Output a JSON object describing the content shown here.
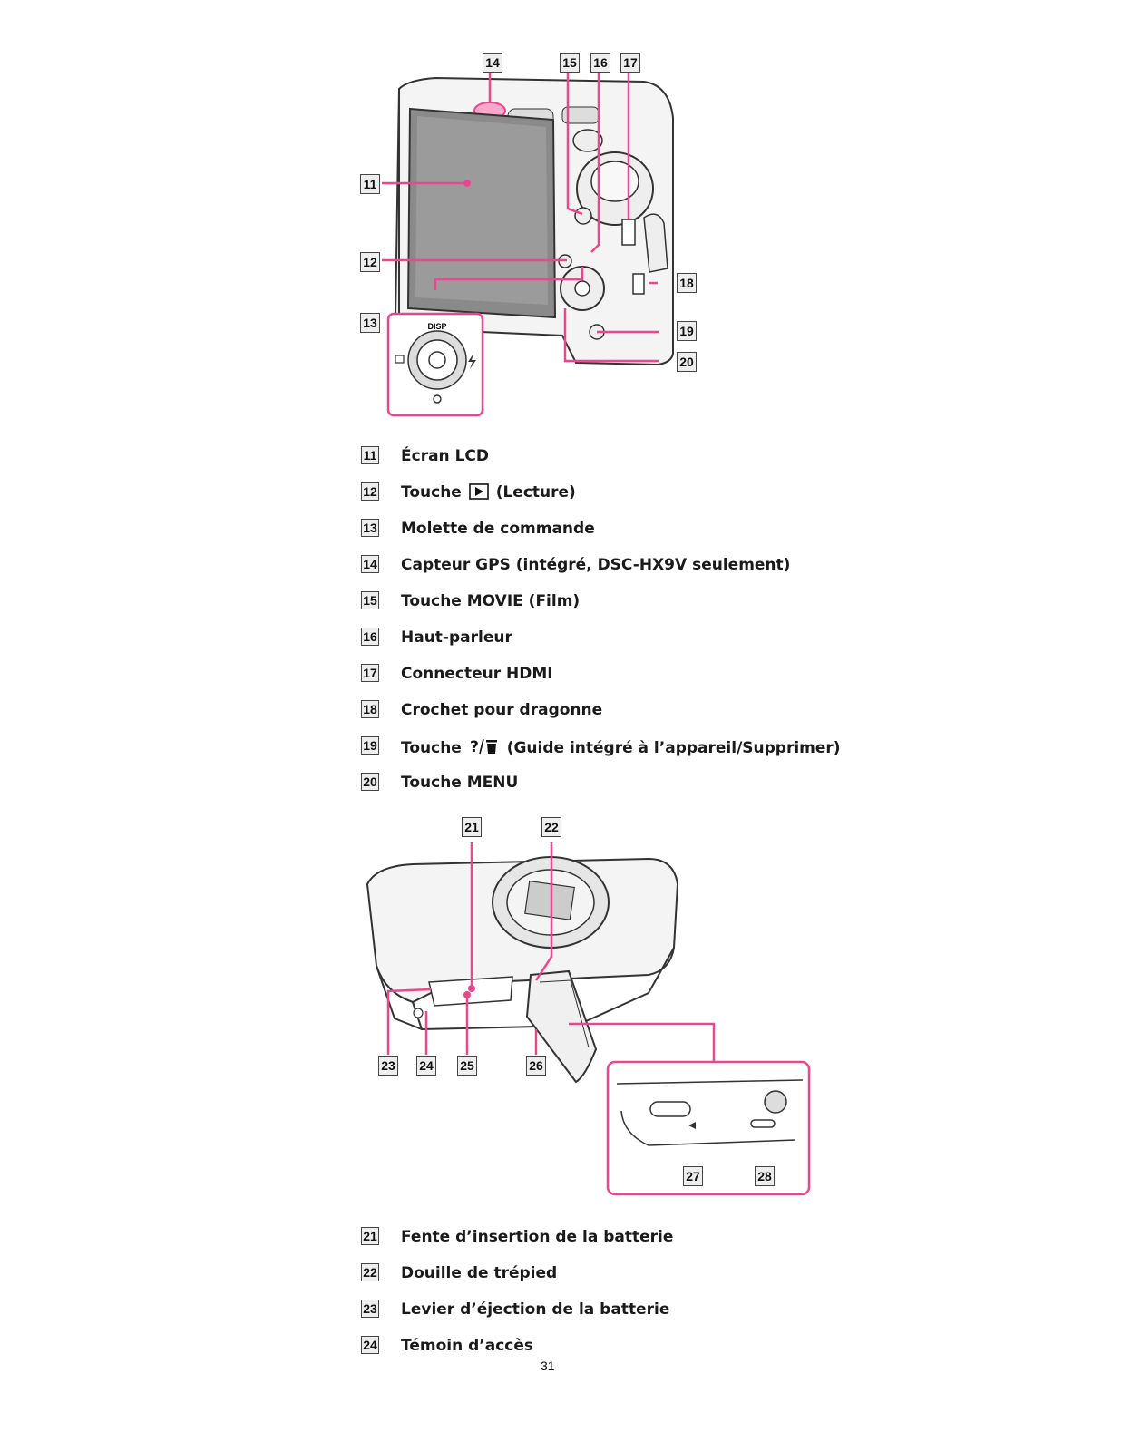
{
  "colors": {
    "accent": "#e8488e",
    "line": "#333333"
  },
  "top_figure": {
    "callouts": [
      "11",
      "12",
      "13",
      "14",
      "15",
      "16",
      "17",
      "18",
      "19",
      "20"
    ],
    "dial_labels": {
      "top": "DISP"
    }
  },
  "list_one": [
    {
      "num": "11",
      "pre": "Écran LCD",
      "icon": "",
      "post": ""
    },
    {
      "num": "12",
      "pre": "Touche",
      "icon": "play-icon",
      "post": "(Lecture)"
    },
    {
      "num": "13",
      "pre": "Molette de commande",
      "icon": "",
      "post": ""
    },
    {
      "num": "14",
      "pre": "Capteur GPS (intégré, DSC-HX9V seulement)",
      "icon": "",
      "post": ""
    },
    {
      "num": "15",
      "pre": "Touche MOVIE (Film)",
      "icon": "",
      "post": ""
    },
    {
      "num": "16",
      "pre": "Haut-parleur",
      "icon": "",
      "post": ""
    },
    {
      "num": "17",
      "pre": "Connecteur HDMI",
      "icon": "",
      "post": ""
    },
    {
      "num": "18",
      "pre": "Crochet pour dragonne",
      "icon": "",
      "post": ""
    },
    {
      "num": "19",
      "pre": "Touche",
      "icon": "help-trash-icon",
      "post": "(Guide intégré à l’appareil/Supprimer)"
    },
    {
      "num": "20",
      "pre": "Touche MENU",
      "icon": "",
      "post": ""
    }
  ],
  "bottom_figure": {
    "callouts": [
      "21",
      "22",
      "23",
      "24",
      "25",
      "26",
      "27",
      "28"
    ]
  },
  "list_two": [
    {
      "num": "21",
      "text": "Fente d’insertion de la batterie"
    },
    {
      "num": "22",
      "text": "Douille de trépied"
    },
    {
      "num": "23",
      "text": "Levier d’éjection de la batterie"
    },
    {
      "num": "24",
      "text": "Témoin d’accès"
    }
  ],
  "page_number": "31"
}
